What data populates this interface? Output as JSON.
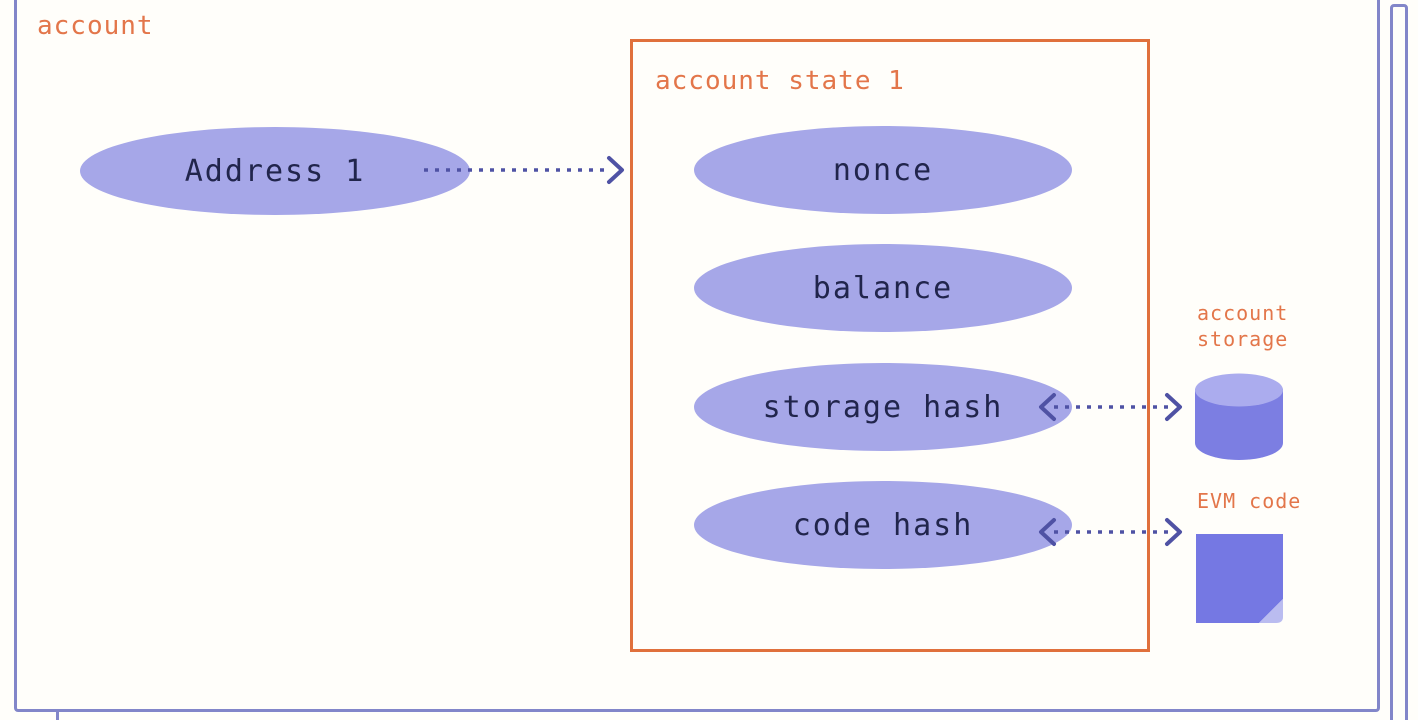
{
  "palette": {
    "background": "#fffefa",
    "purple_border": "#8286c9",
    "orange_border": "#e0703c",
    "orange_text": "#e3764a",
    "node_fill": "#a6a7e8",
    "node_text": "#21254c",
    "arrow": "#4f52a4",
    "icon_purple": "#7578e3",
    "icon_purple_light": "#abacee"
  },
  "account_box": {
    "label": "account"
  },
  "address_node": {
    "label": "Address 1"
  },
  "state_box": {
    "label": "account state 1",
    "nodes": [
      {
        "label": "nonce"
      },
      {
        "label": "balance"
      },
      {
        "label": "storage hash"
      },
      {
        "label": "code hash"
      }
    ]
  },
  "side_items": {
    "storage": {
      "label": "account\nstorage",
      "icon": "database-cylinder-icon"
    },
    "evm_code": {
      "label": "EVM code",
      "icon": "document-note-icon"
    }
  },
  "connections": [
    {
      "from": "Address 1",
      "to": "account state 1",
      "arrow": "dashed, single head right"
    },
    {
      "from": "storage hash",
      "to": "account storage",
      "arrow": "dashed, double headed"
    },
    {
      "from": "code hash",
      "to": "EVM code",
      "arrow": "dashed, double headed"
    }
  ]
}
